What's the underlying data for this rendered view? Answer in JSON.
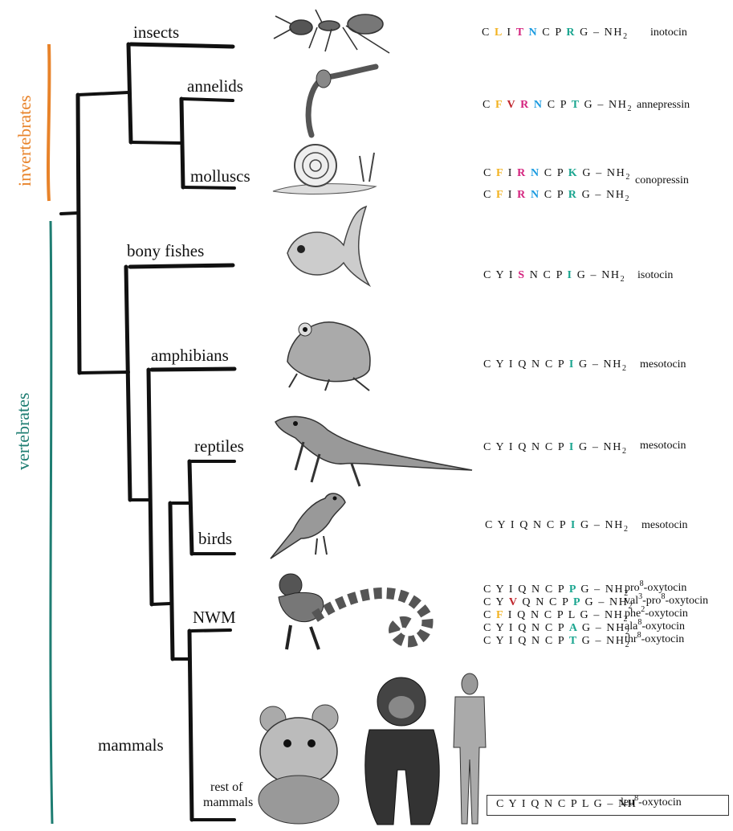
{
  "colors": {
    "invertebrates": "#e8832a",
    "vertebrates": "#1e7d72",
    "yellow": "#f2b21f",
    "red": "#c0262d",
    "magenta": "#d4237e",
    "blue": "#1b9be0",
    "teal": "#1aa58f"
  },
  "groups": {
    "invertebrates": "invertebrates",
    "vertebrates": "vertebrates"
  },
  "taxa": {
    "insects": "insects",
    "annelids": "annelids",
    "molluscs": "molluscs",
    "bony_fishes": "bony fishes",
    "amphibians": "amphibians",
    "reptiles": "reptiles",
    "birds": "birds",
    "nwm": "NWM",
    "mammals": "mammals",
    "rest_of_mammals_line1": "rest of",
    "rest_of_mammals_line2": "mammals"
  },
  "animals": {
    "ant": "ant-illustration",
    "worm": "worm-illustration",
    "snail": "snail-illustration",
    "fish": "fish-illustration",
    "frog": "frog-illustration",
    "lizard": "lizard-illustration",
    "bird": "bird-illustration",
    "marmoset": "marmoset-illustration",
    "mouse": "mouse-illustration",
    "chimpanzee": "chimpanzee-illustration",
    "human": "human-illustration"
  },
  "peptides": [
    {
      "id": "inotocin",
      "seq": [
        [
          "C",
          ""
        ],
        [
          "L",
          "yellow"
        ],
        [
          "I",
          ""
        ],
        [
          "T",
          "magenta"
        ],
        [
          "N",
          "blue"
        ],
        [
          "C",
          ""
        ],
        [
          "P",
          ""
        ],
        [
          "R",
          "teal"
        ],
        [
          "G",
          ""
        ]
      ],
      "end": "– NH",
      "sub": "2",
      "name": "inotocin",
      "sup": ""
    },
    {
      "id": "annepressin",
      "seq": [
        [
          "C",
          ""
        ],
        [
          "F",
          "yellow"
        ],
        [
          "V",
          "red"
        ],
        [
          "R",
          "magenta"
        ],
        [
          "N",
          "blue"
        ],
        [
          "C",
          ""
        ],
        [
          "P",
          ""
        ],
        [
          "T",
          "teal"
        ],
        [
          "G",
          ""
        ]
      ],
      "end": "– NH",
      "sub": "2",
      "name": "annepressin",
      "sup": ""
    },
    {
      "id": "conopressin-1",
      "seq": [
        [
          "C",
          ""
        ],
        [
          "F",
          "yellow"
        ],
        [
          "I",
          ""
        ],
        [
          "R",
          "magenta"
        ],
        [
          "N",
          "blue"
        ],
        [
          "C",
          ""
        ],
        [
          "P",
          ""
        ],
        [
          "K",
          "teal"
        ],
        [
          "G",
          ""
        ]
      ],
      "end": "– NH",
      "sub": "2",
      "name": "",
      "sup": ""
    },
    {
      "id": "conopressin-2",
      "seq": [
        [
          "C",
          ""
        ],
        [
          "F",
          "yellow"
        ],
        [
          "I",
          ""
        ],
        [
          "R",
          "magenta"
        ],
        [
          "N",
          "blue"
        ],
        [
          "C",
          ""
        ],
        [
          "P",
          ""
        ],
        [
          "R",
          "teal"
        ],
        [
          "G",
          ""
        ]
      ],
      "end": "– NH",
      "sub": "2",
      "name": "",
      "sup": ""
    },
    {
      "id": "isotocin",
      "seq": [
        [
          "C",
          ""
        ],
        [
          "Y",
          ""
        ],
        [
          "I",
          ""
        ],
        [
          "S",
          "magenta"
        ],
        [
          "N",
          ""
        ],
        [
          "C",
          ""
        ],
        [
          "P",
          ""
        ],
        [
          "I",
          "teal"
        ],
        [
          "G",
          ""
        ]
      ],
      "end": "– NH",
      "sub": "2",
      "name": "isotocin",
      "sup": ""
    },
    {
      "id": "mesotocin-amph",
      "seq": [
        [
          "C",
          ""
        ],
        [
          "Y",
          ""
        ],
        [
          "I",
          ""
        ],
        [
          "Q",
          ""
        ],
        [
          "N",
          ""
        ],
        [
          "C",
          ""
        ],
        [
          "P",
          ""
        ],
        [
          "I",
          "teal"
        ],
        [
          "G",
          ""
        ]
      ],
      "end": "– NH",
      "sub": "2",
      "name": "mesotocin",
      "sup": ""
    },
    {
      "id": "mesotocin-rept",
      "seq": [
        [
          "C",
          ""
        ],
        [
          "Y",
          ""
        ],
        [
          "I",
          ""
        ],
        [
          "Q",
          ""
        ],
        [
          "N",
          ""
        ],
        [
          "C",
          ""
        ],
        [
          "P",
          ""
        ],
        [
          "I",
          "teal"
        ],
        [
          "G",
          ""
        ]
      ],
      "end": "– NH",
      "sub": "2",
      "name": "mesotocin",
      "sup": ""
    },
    {
      "id": "mesotocin-bird",
      "seq": [
        [
          "C",
          ""
        ],
        [
          "Y",
          ""
        ],
        [
          "I",
          ""
        ],
        [
          "Q",
          ""
        ],
        [
          "N",
          ""
        ],
        [
          "C",
          ""
        ],
        [
          "P",
          ""
        ],
        [
          "I",
          "teal"
        ],
        [
          "G",
          ""
        ]
      ],
      "end": "– NH",
      "sub": "2",
      "name": "mesotocin",
      "sup": ""
    },
    {
      "id": "pro8",
      "seq": [
        [
          "C",
          ""
        ],
        [
          "Y",
          ""
        ],
        [
          "I",
          ""
        ],
        [
          "Q",
          ""
        ],
        [
          "N",
          ""
        ],
        [
          "C",
          ""
        ],
        [
          "P",
          ""
        ],
        [
          "P",
          "teal"
        ],
        [
          "G",
          ""
        ]
      ],
      "end": "– NH",
      "sub": "2",
      "name": "-oxytocin",
      "pre": "pro",
      "sup": "8"
    },
    {
      "id": "val3pro8",
      "seq": [
        [
          "C",
          ""
        ],
        [
          "Y",
          ""
        ],
        [
          "V",
          "red"
        ],
        [
          "Q",
          ""
        ],
        [
          "N",
          ""
        ],
        [
          "C",
          ""
        ],
        [
          "P",
          ""
        ],
        [
          "P",
          "teal"
        ],
        [
          "G",
          ""
        ]
      ],
      "end": "– NH",
      "sub": "2",
      "name": "-pro",
      "pre": "val",
      "sup": "3",
      "sup2": "8",
      "post": "-oxytocin"
    },
    {
      "id": "phe2",
      "seq": [
        [
          "C",
          ""
        ],
        [
          "F",
          "yellow"
        ],
        [
          "I",
          ""
        ],
        [
          "Q",
          ""
        ],
        [
          "N",
          ""
        ],
        [
          "C",
          ""
        ],
        [
          "P",
          ""
        ],
        [
          "L",
          ""
        ],
        [
          "G",
          ""
        ]
      ],
      "end": "– NH",
      "sub": "2",
      "name": "-oxytocin",
      "pre": "phe",
      "sup": "2"
    },
    {
      "id": "ala8",
      "seq": [
        [
          "C",
          ""
        ],
        [
          "Y",
          ""
        ],
        [
          "I",
          ""
        ],
        [
          "Q",
          ""
        ],
        [
          "N",
          ""
        ],
        [
          "C",
          ""
        ],
        [
          "P",
          ""
        ],
        [
          "A",
          "teal"
        ],
        [
          "G",
          ""
        ]
      ],
      "end": "– NH",
      "sub": "2",
      "name": "-oxytocin",
      "pre": "ala",
      "sup": "8"
    },
    {
      "id": "thr8",
      "seq": [
        [
          "C",
          ""
        ],
        [
          "Y",
          ""
        ],
        [
          "I",
          ""
        ],
        [
          "Q",
          ""
        ],
        [
          "N",
          ""
        ],
        [
          "C",
          ""
        ],
        [
          "P",
          ""
        ],
        [
          "T",
          "teal"
        ],
        [
          "G",
          ""
        ]
      ],
      "end": "– NH",
      "sub": "2",
      "name": "-oxytocin",
      "pre": "thr",
      "sup": "8"
    },
    {
      "id": "leu8",
      "seq": [
        [
          "C",
          ""
        ],
        [
          "Y",
          ""
        ],
        [
          "I",
          ""
        ],
        [
          "Q",
          ""
        ],
        [
          "N",
          ""
        ],
        [
          "C",
          ""
        ],
        [
          "P",
          ""
        ],
        [
          "L",
          ""
        ],
        [
          "G",
          ""
        ]
      ],
      "end": "– NH",
      "sub": "",
      "name": "-oxytocin",
      "pre": "leu",
      "sup": "8"
    }
  ],
  "conopressin_label": "conopressin"
}
